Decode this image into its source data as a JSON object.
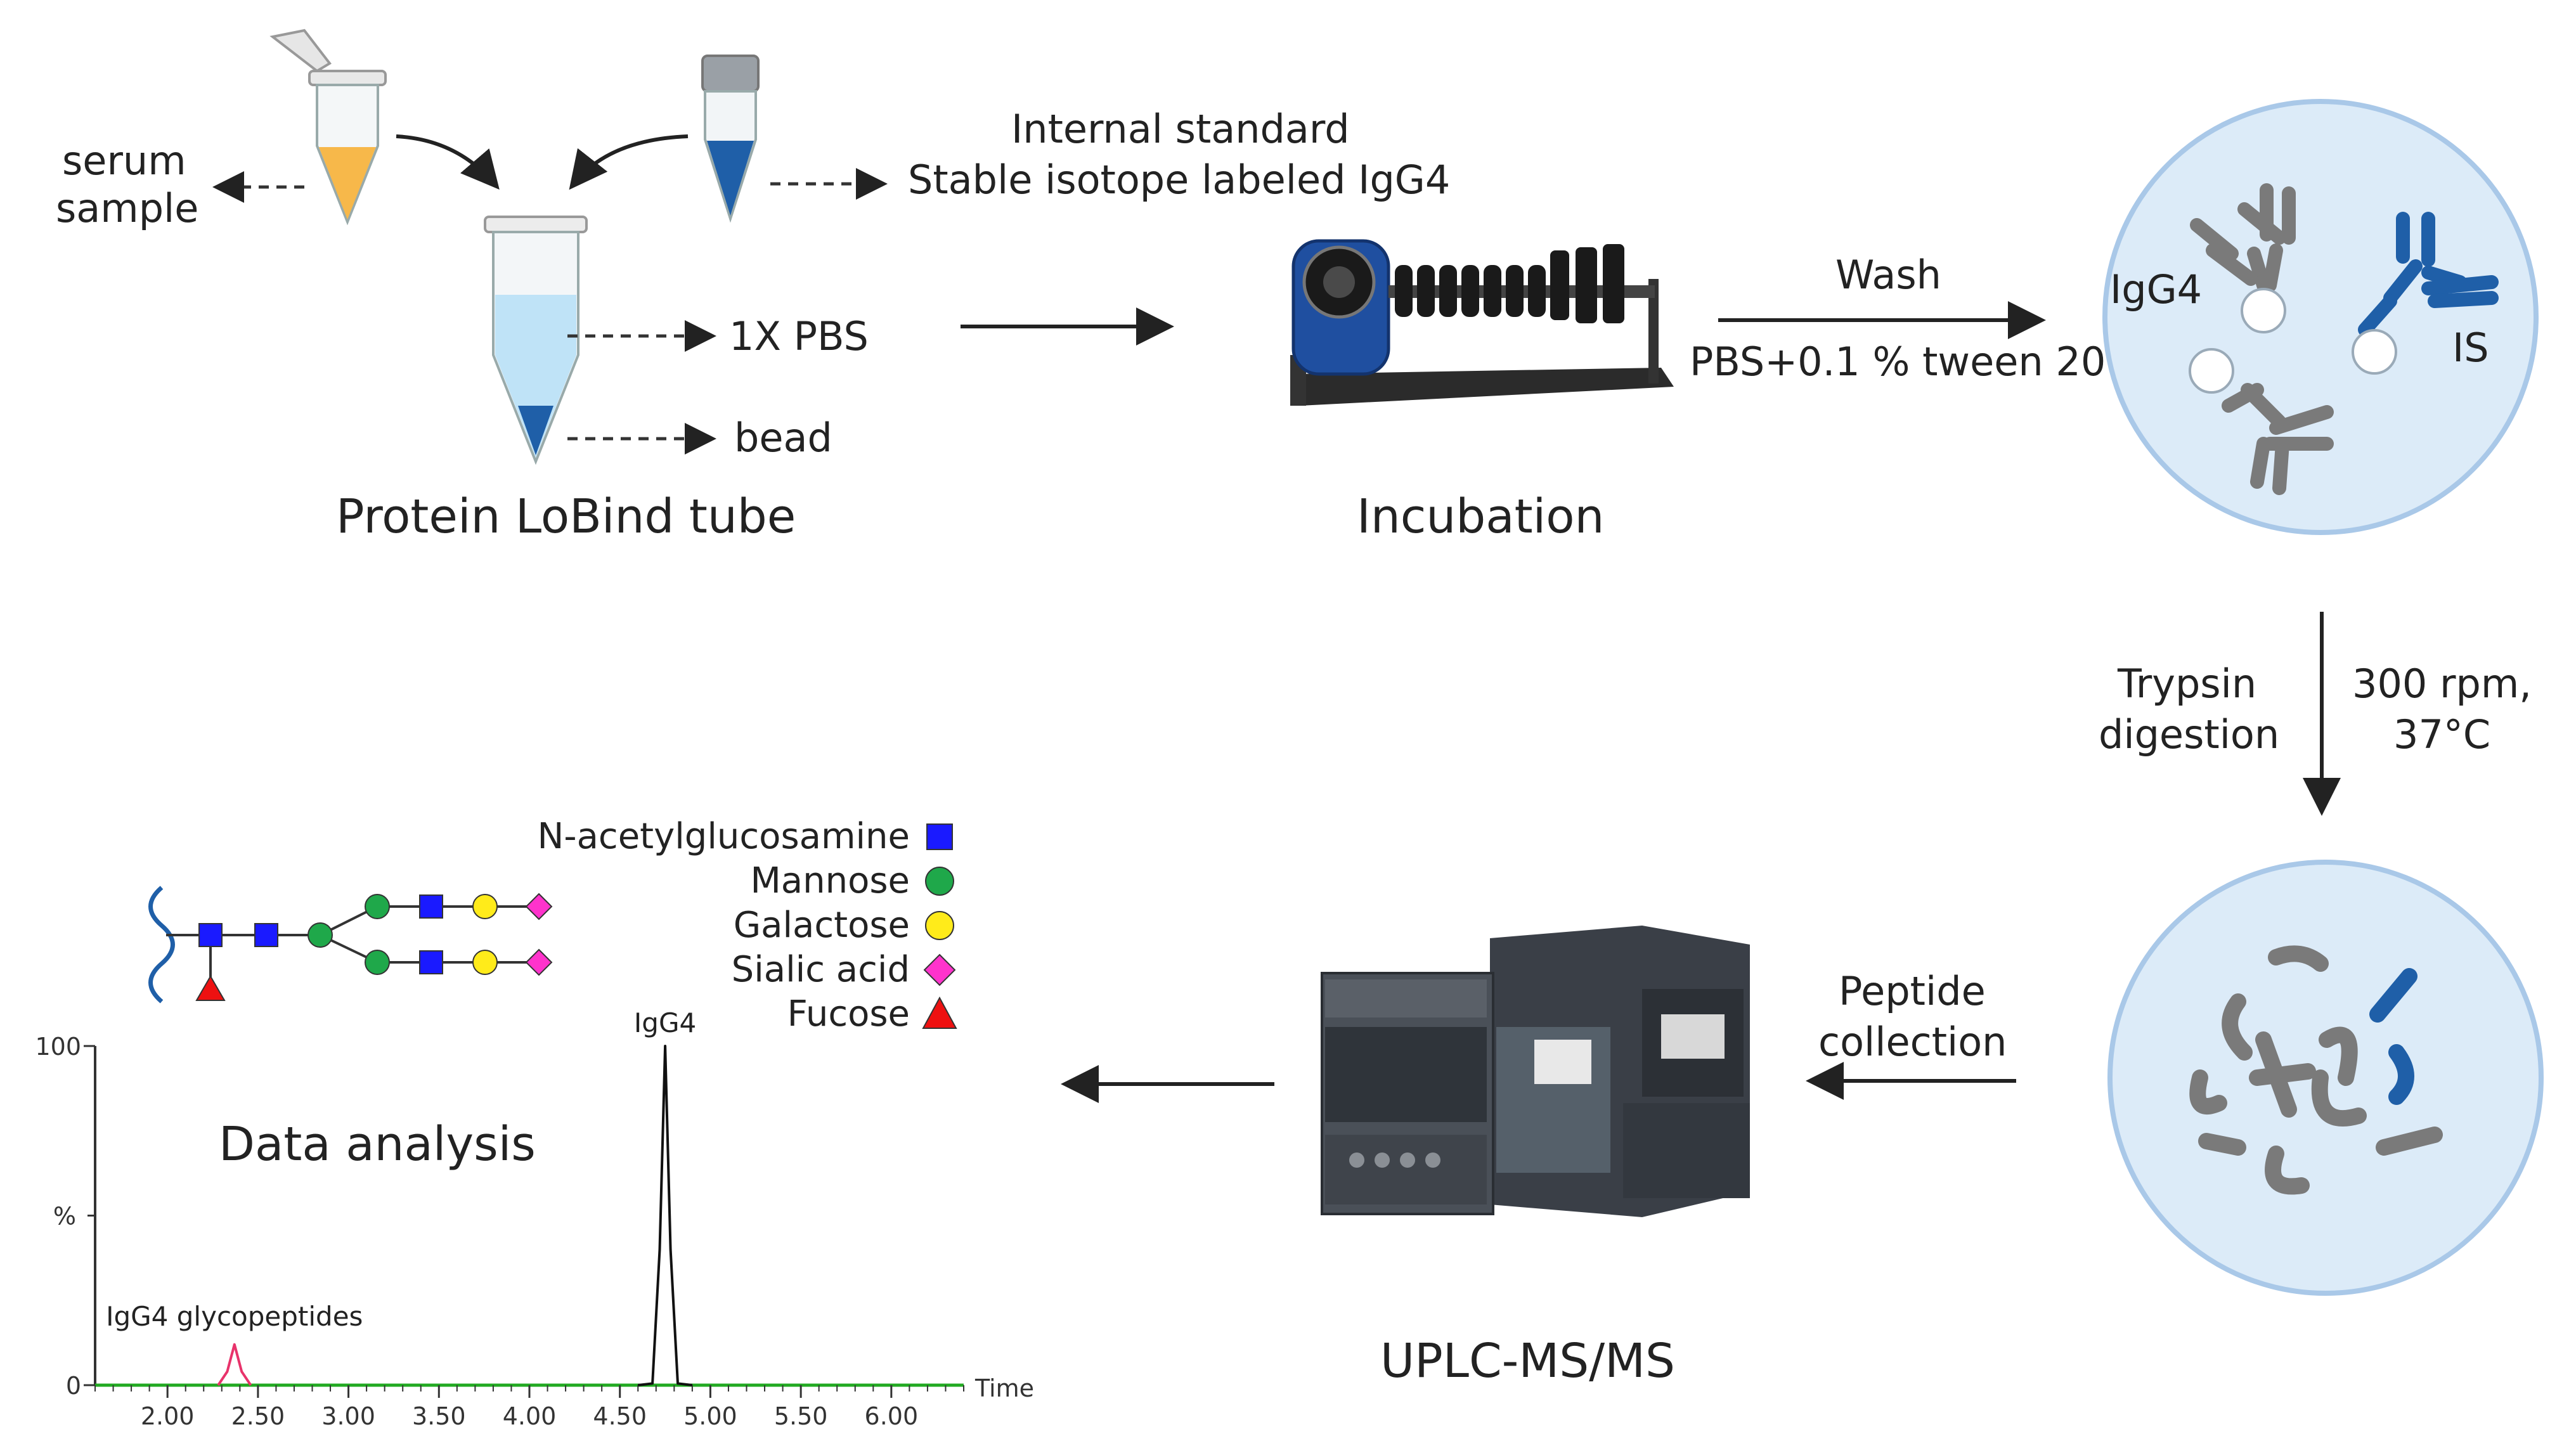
{
  "labels": {
    "serum_line1": "serum",
    "serum_line2": "sample",
    "internal_standard_line1": "Internal standard",
    "internal_standard_line2": "Stable isotope labeled IgG4",
    "pbs": "1X PBS",
    "bead": "bead",
    "lobind_tube": "Protein LoBind tube",
    "incubation": "Incubation",
    "wash": "Wash",
    "wash_buffer": "PBS+0.1 % tween 20",
    "igg4": "IgG4",
    "is": "IS",
    "trypsin_line1": "Trypsin",
    "trypsin_line2": "digestion",
    "conditions_line1": "300 rpm,",
    "conditions_line2": "37°C",
    "peptide_line1": "Peptide",
    "peptide_line2": "collection",
    "uplc": "UPLC-MS/MS",
    "data_analysis": "Data analysis"
  },
  "legend": [
    {
      "label": "N-acetylglucosamine",
      "shape": "square",
      "color": "#1a1aff"
    },
    {
      "label": "Mannose",
      "shape": "circle",
      "color": "#1fa84a"
    },
    {
      "label": "Galactose",
      "shape": "circle",
      "color": "#ffeb1a"
    },
    {
      "label": "Sialic acid",
      "shape": "diamond",
      "color": "#ff33cc"
    },
    {
      "label": "Fucose",
      "shape": "triangle",
      "color": "#ee1111"
    }
  ],
  "colors": {
    "serum": "#f7b84a",
    "standard": "#1f5fa8",
    "pbs": "#bfe3f7",
    "bead": "#1f5fa8",
    "circle_fill": "#dcebf8",
    "circle_stroke": "#a9c8e8",
    "antibody": "#7a7a7a",
    "is_antibody": "#1f5fa8",
    "peak_igg4": "#111111",
    "peak_glyco": "#e8336b",
    "baseline": "#22aa22"
  },
  "chart_data": {
    "type": "line",
    "xlabel": "Time",
    "ylabel": "%",
    "xlim": [
      1.6,
      6.4
    ],
    "ylim": [
      0,
      100
    ],
    "x_ticks": [
      "2.00",
      "2.50",
      "3.00",
      "3.50",
      "4.00",
      "4.50",
      "5.00",
      "5.50",
      "6.00"
    ],
    "y_ticks": [
      "0",
      "100"
    ],
    "annotations": [
      {
        "text": "IgG4",
        "x": 4.75,
        "y": 100
      },
      {
        "text": "IgG4 glycopeptides",
        "x": 2.37,
        "y": 12
      }
    ],
    "series": [
      {
        "color": "#111111",
        "points": [
          [
            4.6,
            0
          ],
          [
            4.68,
            0.5
          ],
          [
            4.72,
            40
          ],
          [
            4.75,
            100
          ],
          [
            4.78,
            40
          ],
          [
            4.82,
            0.5
          ],
          [
            4.9,
            0
          ]
        ]
      },
      {
        "color": "#e8336b",
        "points": [
          [
            2.28,
            0
          ],
          [
            2.33,
            4
          ],
          [
            2.37,
            12
          ],
          [
            2.41,
            4
          ],
          [
            2.46,
            0
          ]
        ]
      }
    ]
  }
}
